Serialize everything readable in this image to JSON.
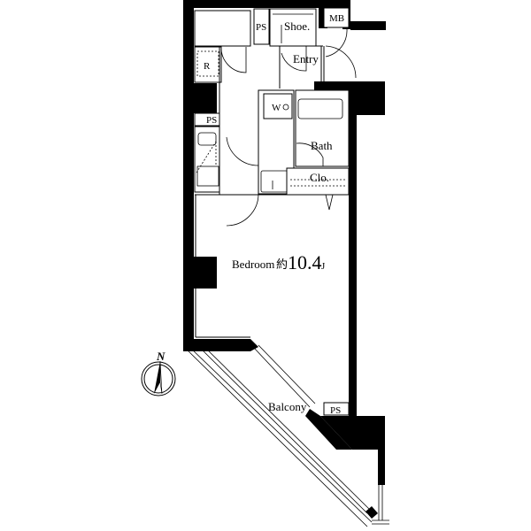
{
  "floor_plan": {
    "rooms": {
      "toilet": "",
      "r": "R",
      "ps_top": "PS",
      "shoe": "Shoe.",
      "mb": "MB",
      "entry": "Entry",
      "ps_kitchen": "PS",
      "washer": "W",
      "bath": "Bath",
      "closet": "Clo.",
      "bedroom": "Bedroom",
      "bedroom_size_prefix": "約",
      "bedroom_size": "10.4",
      "bedroom_size_unit": "J",
      "balcony": "Balcony",
      "ps_balcony": "PS"
    },
    "compass": {
      "label": "N"
    },
    "colors": {
      "wall": "#000000",
      "background": "#ffffff"
    }
  }
}
